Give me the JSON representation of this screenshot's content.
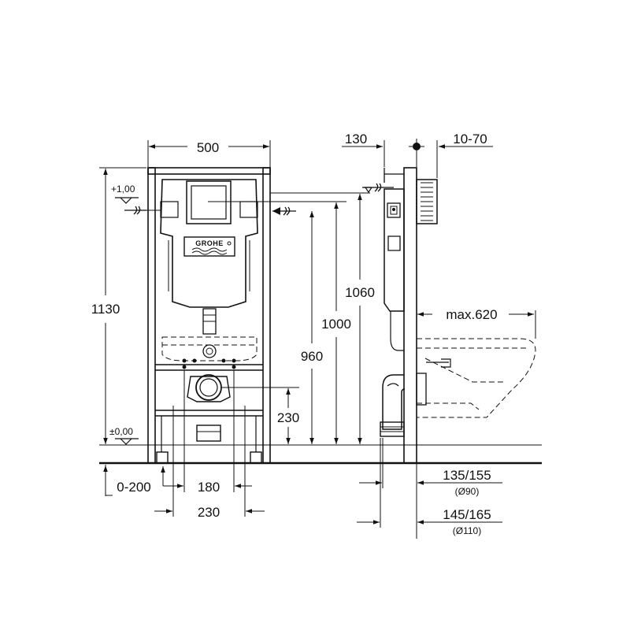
{
  "brand": {
    "logo_text": "GROHE"
  },
  "front_view": {
    "frame_width": "500",
    "frame_height": "1130",
    "level_top": "+1,00",
    "level_floor": "±0,00",
    "height_a": "1060",
    "height_b": "1000",
    "height_c": "960",
    "drain_height": "230",
    "foot_adjust": "0-200",
    "spacing_inner": "180",
    "spacing_outer": "230"
  },
  "side_view": {
    "depth_top": "130",
    "wall_adjust": "10-70",
    "max_projection": "max.620",
    "offset_small": "135/155",
    "pipe_small": "(Ø90)",
    "offset_large": "145/165",
    "pipe_large": "(Ø110)"
  },
  "colors": {
    "line": "#111111",
    "background": "#ffffff"
  }
}
